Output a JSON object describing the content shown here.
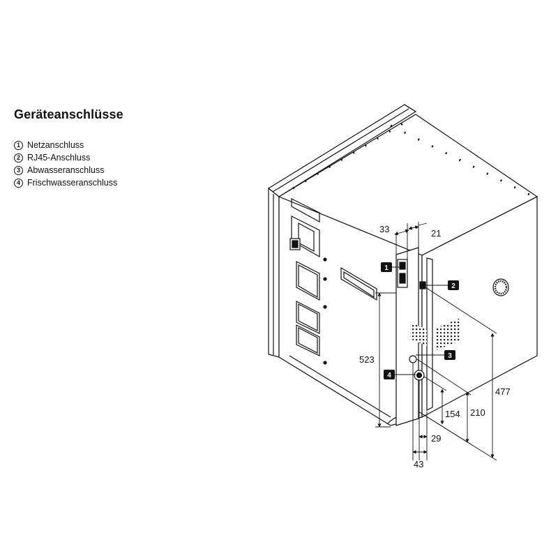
{
  "title": "Geräteanschlüsse",
  "legend": [
    {
      "num": "1",
      "label": "Netzanschluss"
    },
    {
      "num": "2",
      "label": "RJ45-Anschluss"
    },
    {
      "num": "3",
      "label": "Abwasseranschluss"
    },
    {
      "num": "4",
      "label": "Frischwasseranschluss"
    }
  ],
  "callouts": [
    "1",
    "2",
    "3",
    "4"
  ],
  "dimensions": {
    "d33": "33",
    "d21": "21",
    "d523": "523",
    "d477": "477",
    "d210": "210",
    "d154": "154",
    "d29": "29",
    "d43": "43"
  }
}
